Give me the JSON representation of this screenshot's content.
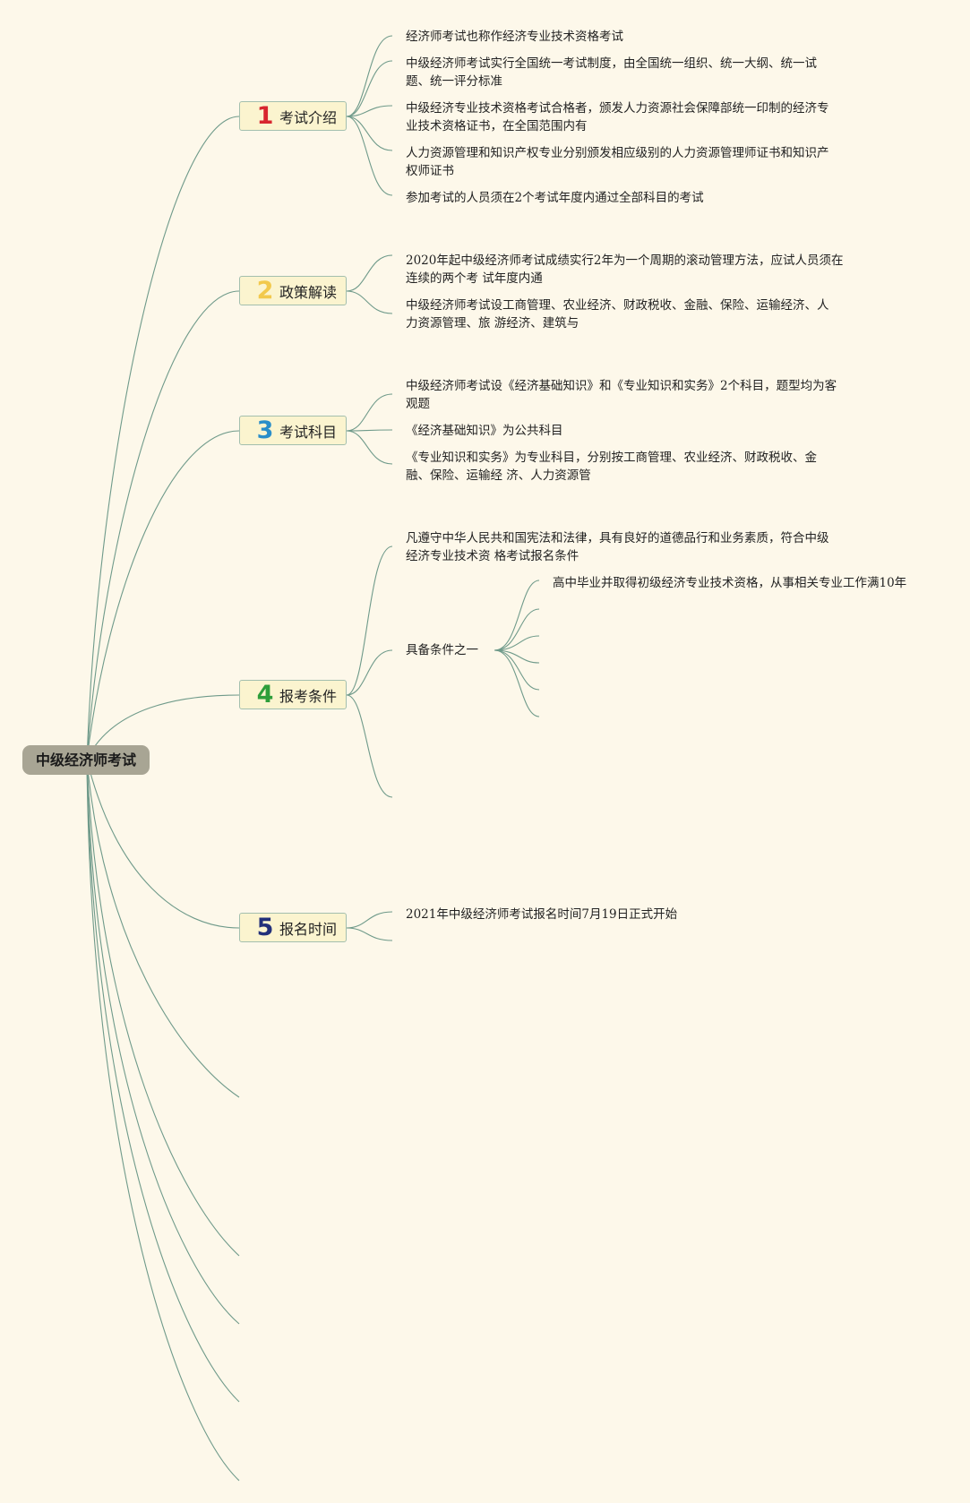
{
  "root": {
    "label": "中级经济师考试"
  },
  "topics": [
    {
      "num": "1",
      "num_color": "#d8262f",
      "label": "考试介绍",
      "items": [
        "经济师考试也称作经济专业技术资格考试",
        "中级经济师考试实行全国统一考试制度，由全国统一组织、统一大纲、统一试\n题、统一评分标准",
        "中级经济专业技术资格考试合格者，颁发人力资源社会保障部统一印制的经济专\n业技术资格证书，在全国范围内有",
        "人力资源管理和知识产权专业分别颁发相应级别的人力资源管理师证书和知识产\n权师证书",
        "参加考试的人员须在2个考试年度内通过全部科目的考试"
      ]
    },
    {
      "num": "2",
      "num_color": "#f2c94c",
      "label": "政策解读",
      "items": [
        "2020年起中级经济师考试成绩实行2年为一个周期的滚动管理方法，应试人员须在\n连续的两个考 试年度内通",
        "中级经济师考试设工商管理、农业经济、财政税收、金融、保险、运输经济、人\n力资源管理、旅 游经济、建筑与"
      ]
    },
    {
      "num": "3",
      "num_color": "#2a8ec9",
      "label": "考试科目",
      "items": [
        "中级经济师考试设《经济基础知识》和《专业知识和实务》2个科目，题型均为客\n观题",
        "《经济基础知识》为公共科目",
        "《专业知识和实务》为专业科目，分别按工商管理、农业经济、财政税收、金\n融、保险、运输经 济、人力资源管"
      ]
    },
    {
      "num": "4",
      "num_color": "#2e9e3a",
      "label": "报考条件",
      "items": [
        "凡遵守中华人民共和国宪法和法律，具有良好的道德品行和业务素质，符合中级\n经济专业技术资 格考试报名条件",
        "具备条件之一"
      ],
      "sub_items": [
        "高中毕业并取得初级经济专业技术资格，从事相关专业工作满10年"
      ]
    },
    {
      "num": "5",
      "num_color": "#22307a",
      "label": "报名时间",
      "items": [
        "2021年中级经济师考试报名时间7月19日正式开始"
      ]
    }
  ]
}
